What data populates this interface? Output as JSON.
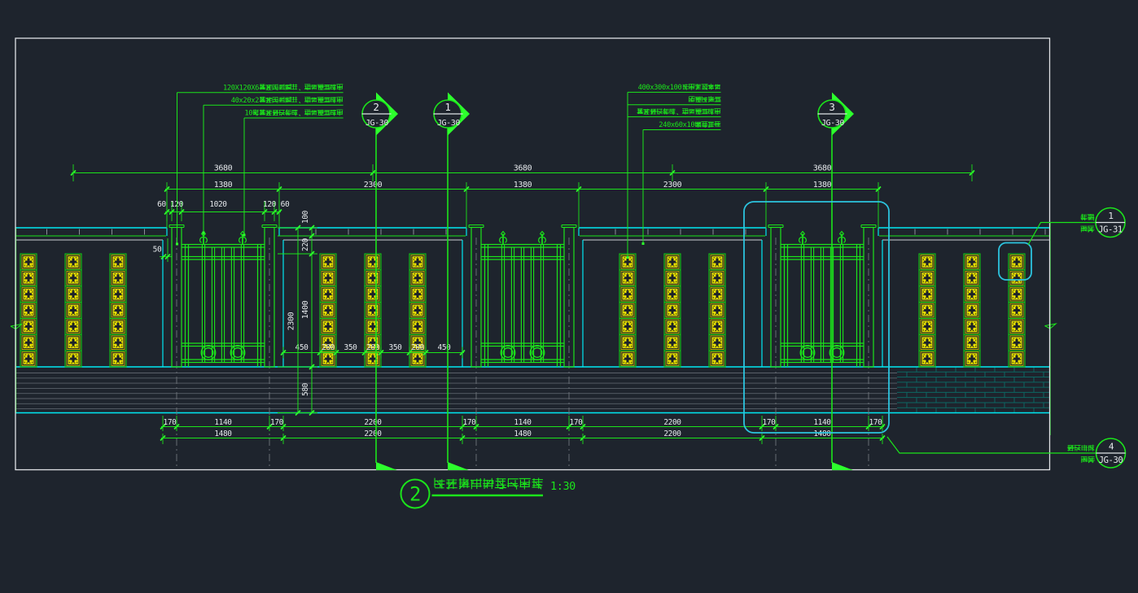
{
  "drawing_title": {
    "number": "2",
    "text": "外围墙标准段立面图",
    "scale": "1:30"
  },
  "materials_left": [
    "120X120X6镀锌矩形钢管，银灰色漆饰面",
    "40x20x2镀锌矩形钢管，银灰色漆饰面",
    "10厚镀锌铁艺花饰，银灰色漆饰面"
  ],
  "materials_right": [
    "400x300x100光面芝麻深灰",
    "白色外墙漆",
    "镀锌铁艺花饰，银灰色漆饰面",
    "240x60x10仿古青砖"
  ],
  "section_markers": [
    {
      "number": "2",
      "sheet": "JG-30"
    },
    {
      "number": "1",
      "sheet": "JG-30"
    },
    {
      "number": "3",
      "sheet": "JG-30"
    }
  ],
  "detail_callouts": [
    {
      "label": "花格",
      "see": "详见",
      "number": "1",
      "sheet": "JG-31"
    },
    {
      "label": "铁艺大样",
      "see": "详见",
      "number": "4",
      "sheet": "JG-30"
    }
  ],
  "dimensions": {
    "modules": [
      "3680",
      "3680",
      "3680"
    ],
    "spans": [
      "1380",
      "2300",
      "1380",
      "2300",
      "1380"
    ],
    "fence_top": [
      "60",
      "120",
      "1020",
      "120",
      "60"
    ],
    "panel_row": [
      "450",
      "200",
      "350",
      "200",
      "350",
      "200",
      "450"
    ],
    "bottom_a": [
      "170",
      "1140",
      "170",
      "2200",
      "170",
      "1140",
      "170",
      "2200",
      "170",
      "1140",
      "170"
    ],
    "bottom_b": [
      "1480",
      "2200",
      "1480",
      "2200",
      "1480"
    ],
    "cap_height": "100",
    "cap_to_panel": "220",
    "panel_height": "1400",
    "wall_total": "2300",
    "base_height": "580",
    "cap_overhang": "50"
  },
  "colors": {
    "background": "#1e242d",
    "green": "#1be41b",
    "bright_green": "#2dff2d",
    "cyan": "#00e8f2",
    "highlight_blue": "#2cc3de",
    "teal_brick": "#0c6662",
    "yellow": "#f2f200",
    "dark_yellow": "#cdbd00",
    "white": "#e9ebee",
    "dim_text": "#e3e7ea",
    "gray": "#7d838b"
  }
}
